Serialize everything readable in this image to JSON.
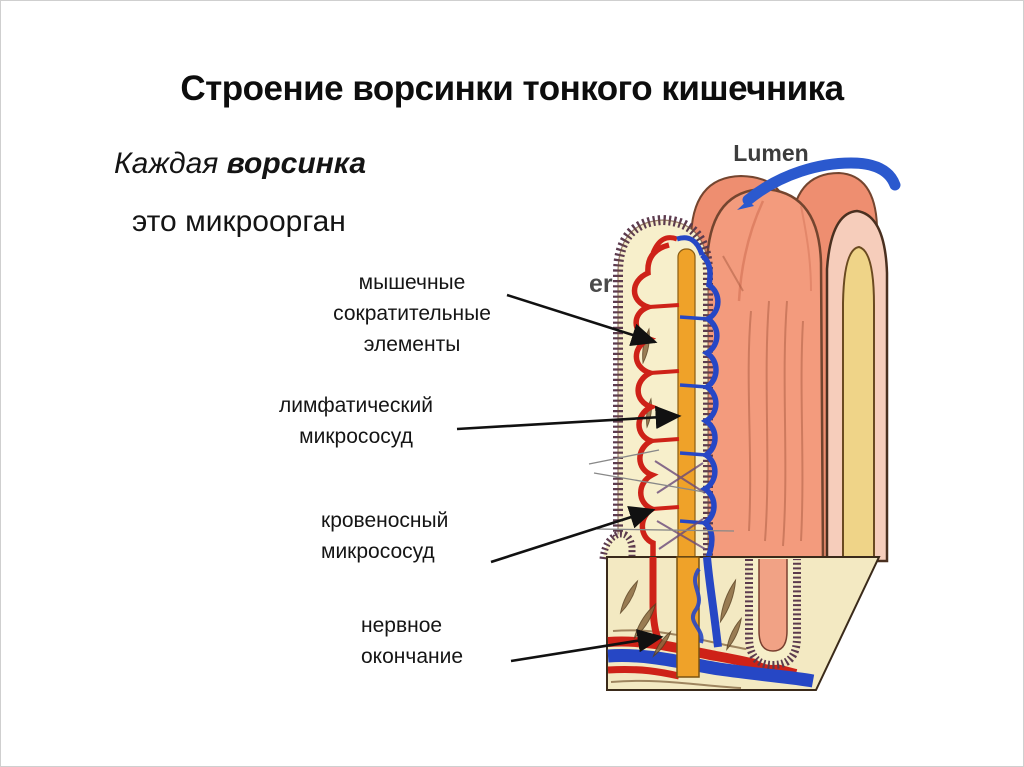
{
  "slide_title": "Строение ворсинки тонкого кишечника",
  "intro": {
    "word1": "Каждая",
    "word2": "ворсинка",
    "line2": "это микроорган"
  },
  "annotations": {
    "muscle": {
      "line1": "мышечные",
      "line2": "сократительные",
      "line3": "элементы"
    },
    "lymph": {
      "line1": "лимфатический",
      "line2": "микрососуд"
    },
    "blood": {
      "line1": "кровеносный",
      "line2": "микрососуд"
    },
    "nerve": {
      "line1": "нервное",
      "line2": "окончание"
    }
  },
  "figure": {
    "lumen_label": "Lumen",
    "cropped_label": "er"
  },
  "colors": {
    "villus_pink": "#F39B7D",
    "villus_pink_back": "#EE8E70",
    "villus_outline": "#74452F",
    "brush_border": "#5C3B4E",
    "tissue_cream": "#F3E9C2",
    "villus_interior_cream": "#F7EFCB",
    "cut_core_tan": "#EFD488",
    "vessel_red": "#CE2218",
    "vessel_blue": "#2647C5",
    "lacteal_orange": "#EFA229",
    "lumen_arc_blue": "#2B59CE",
    "label_text": "#151515",
    "leader_line": "#111111",
    "thin_leader_line": "#888888"
  }
}
